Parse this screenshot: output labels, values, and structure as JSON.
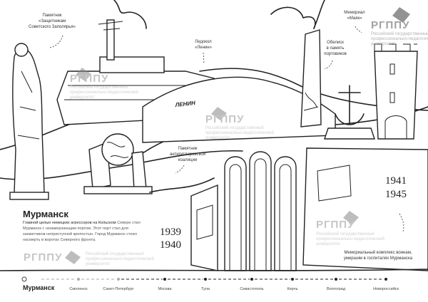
{
  "page": {
    "title": "Мурманск",
    "description_lead": "Главной целью немецких агрессоров на Кольском",
    "description_rest": "Севере стал Мурманск с незамерзающим портом. Этот порт стал для захватчиков неприступной крепостью. Город Мурманск стоял насмерть в воротах Северного фронта."
  },
  "labels": {
    "monument_defenders": [
      "Памятник",
      "«Защитникам",
      "Советского Заполярья»"
    ],
    "icebreaker": [
      "Ледокол",
      "«Ленин»"
    ],
    "memorial_lighthouse": [
      "Мемориал",
      "«Маяк»"
    ],
    "obelisk": [
      "Обелиск",
      "в память",
      "портовиков"
    ],
    "coalition_monument": [
      "Памятник",
      "антигитлеровской",
      "коалиции"
    ],
    "memorial_complex": [
      "Мемориальный комплекс воинам,",
      "умершим в госпиталях Мурманска"
    ],
    "ship_name": "ЛЕНИН"
  },
  "years": {
    "left_top": "1939",
    "left_bottom": "1940",
    "right_top": "1941",
    "right_bottom": "1945"
  },
  "watermark": {
    "logo": "РГППУ",
    "lines": [
      "Российский государственный",
      "профессионально-педагогический",
      "университет"
    ]
  },
  "timeline": {
    "cities": [
      "Мурманск",
      "Смоленск",
      "Санкт-Петербург",
      "Москва",
      "Тула",
      "Севастополь",
      "Керчь",
      "Волгоград",
      "Новороссийск"
    ],
    "current_index": 0
  },
  "colors": {
    "line": "#222222",
    "watermark": "#999999",
    "visited_dot": "#aaaaaa"
  }
}
